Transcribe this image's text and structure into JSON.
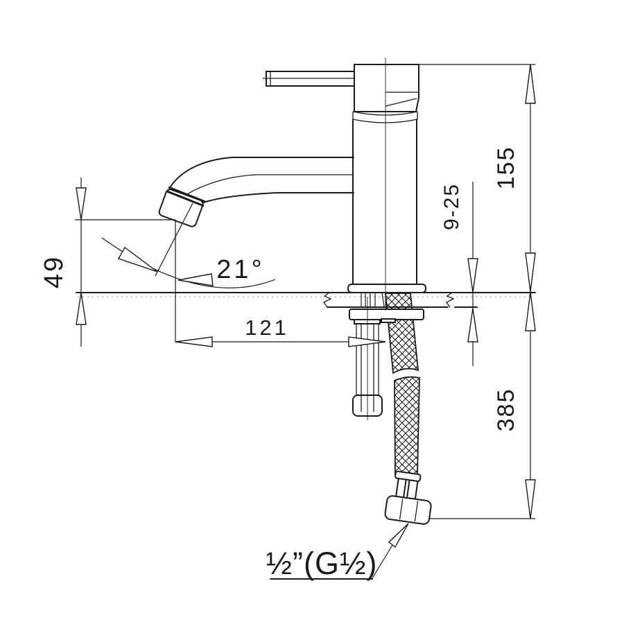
{
  "drawing": {
    "background": "#ffffff",
    "line_color": "#1a1a1a",
    "labels": {
      "spout_height": "49",
      "spout_angle": "21°",
      "spout_reach": "121",
      "deck_thickness": "9-25",
      "total_height": "155",
      "hose_length": "385",
      "thread_size": "½”(G½)"
    }
  }
}
